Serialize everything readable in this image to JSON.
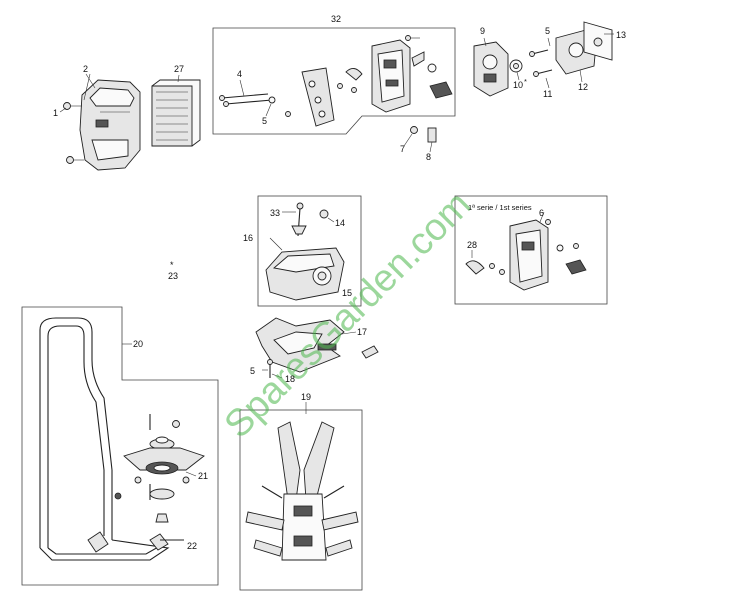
{
  "diagram": {
    "watermark": "SparesGarden.com",
    "group_label": "1ª serie / 1st series",
    "callouts": {
      "c1": "1",
      "c2": "2",
      "c27": "27",
      "c4": "4",
      "c5a": "5",
      "c32": "32",
      "c9": "9",
      "c5b": "5",
      "c13": "13",
      "c10": "10",
      "c11": "11",
      "c12": "12",
      "c7": "7",
      "c8": "8",
      "c33": "33",
      "c14": "14",
      "c16": "16",
      "c15": "15",
      "c6": "6",
      "c28": "28",
      "c23": "23",
      "star": "*",
      "c20": "20",
      "c17": "17",
      "c5c": "5",
      "c18": "18",
      "c19": "19",
      "c21": "21",
      "c22": "22"
    }
  }
}
